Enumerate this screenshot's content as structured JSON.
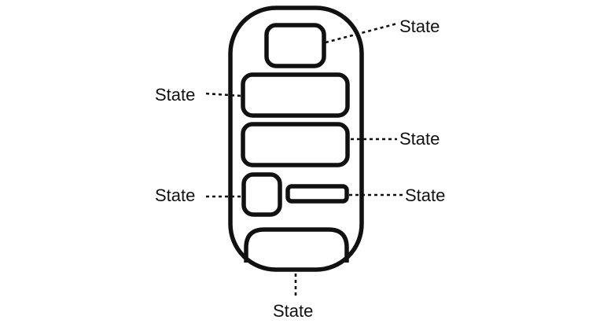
{
  "diagram": {
    "labels": {
      "top_right": "State",
      "upper_left": "State",
      "middle_right": "State",
      "lower_left": "State",
      "lower_right": "State",
      "bottom": "State"
    }
  }
}
